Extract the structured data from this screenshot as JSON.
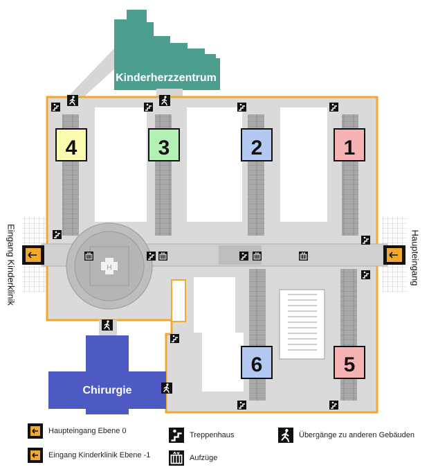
{
  "buildings": {
    "heart_center": "Kinderherzzentrum",
    "surgery": "Chirurgie"
  },
  "entrances": {
    "left": "Eingang Kinderklinik",
    "right": "Haupteingang"
  },
  "wards": [
    {
      "number": "1",
      "color": "#f7b3b3"
    },
    {
      "number": "2",
      "color": "#b3c9f2"
    },
    {
      "number": "3",
      "color": "#b3f0b3"
    },
    {
      "number": "4",
      "color": "#fbfbb0"
    },
    {
      "number": "5",
      "color": "#f7b3b3"
    },
    {
      "number": "6",
      "color": "#b3c9f2"
    }
  ],
  "legend": {
    "main_entrance": "Haupteingang Ebene 0",
    "child_entrance": "Eingang Kinderklinik Ebene -1",
    "stairs": "Treppenhaus",
    "elevators": "Aufzüge",
    "transitions": "Übergänge zu anderen Gebäuden"
  },
  "colors": {
    "outline": "#f0a830",
    "floor": "#dadada",
    "heart_center": "#4c9f8f",
    "surgery": "#4e5ac4"
  },
  "icons": [
    "entrance-arrow-icon",
    "stairs-icon",
    "elevator-icon",
    "walking-person-icon"
  ]
}
